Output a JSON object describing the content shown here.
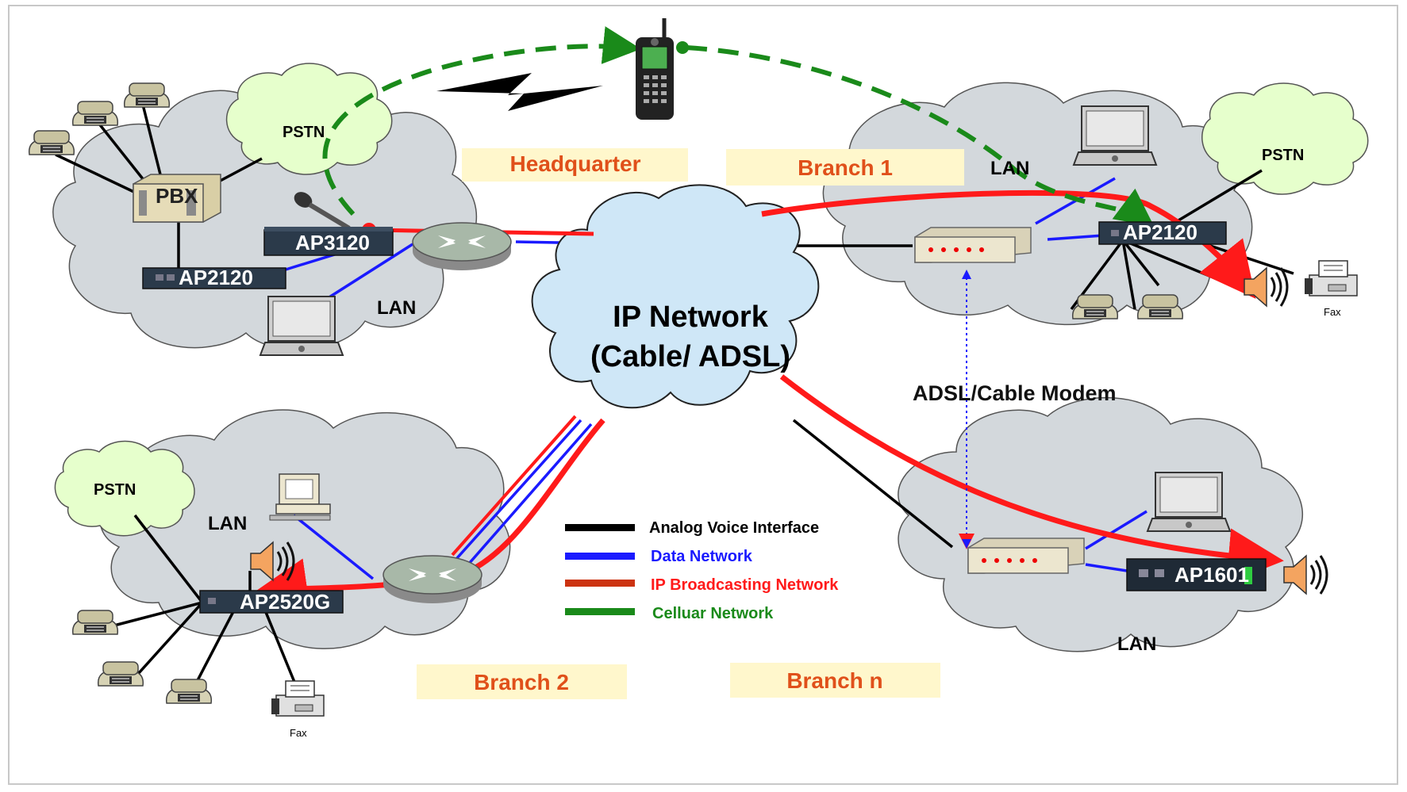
{
  "labels": {
    "headquarter": "Headquarter",
    "branch1": "Branch 1",
    "branch2": "Branch 2",
    "branchn": "Branch n",
    "ip_network_line1": "IP Network",
    "ip_network_line2": "(Cable/ ADSL)",
    "modem": "ADSL/Cable Modem",
    "pstn": "PSTN",
    "lan": "LAN",
    "pbx": "PBX",
    "fax": "Fax"
  },
  "devices": {
    "hq_ap3120": "AP3120",
    "hq_ap2120": "AP2120",
    "b1_ap2120": "AP2120",
    "b2_ap2520g": "AP2520G",
    "bn_ap1601": "AP1601"
  },
  "legend": [
    {
      "label": "Analog Voice Interface",
      "color": "#000000"
    },
    {
      "label": "Data Network",
      "color": "#1a1aff"
    },
    {
      "label": "IP Broadcasting Network",
      "color": "#ff1a1a"
    },
    {
      "label": "Celluar Network",
      "color": "#1a8a1a"
    }
  ],
  "colors": {
    "cloud": "#d3d8dc",
    "pstn_cloud": "#e6ffcc",
    "ip_cloud": "#cfe7f7",
    "label_box": "#fff7cc",
    "label_text": "#e0501a",
    "voice": "#000000",
    "data": "#1a1aff",
    "ip_broadcast": "#ff1a1a",
    "cellular": "#1a8a1a"
  }
}
